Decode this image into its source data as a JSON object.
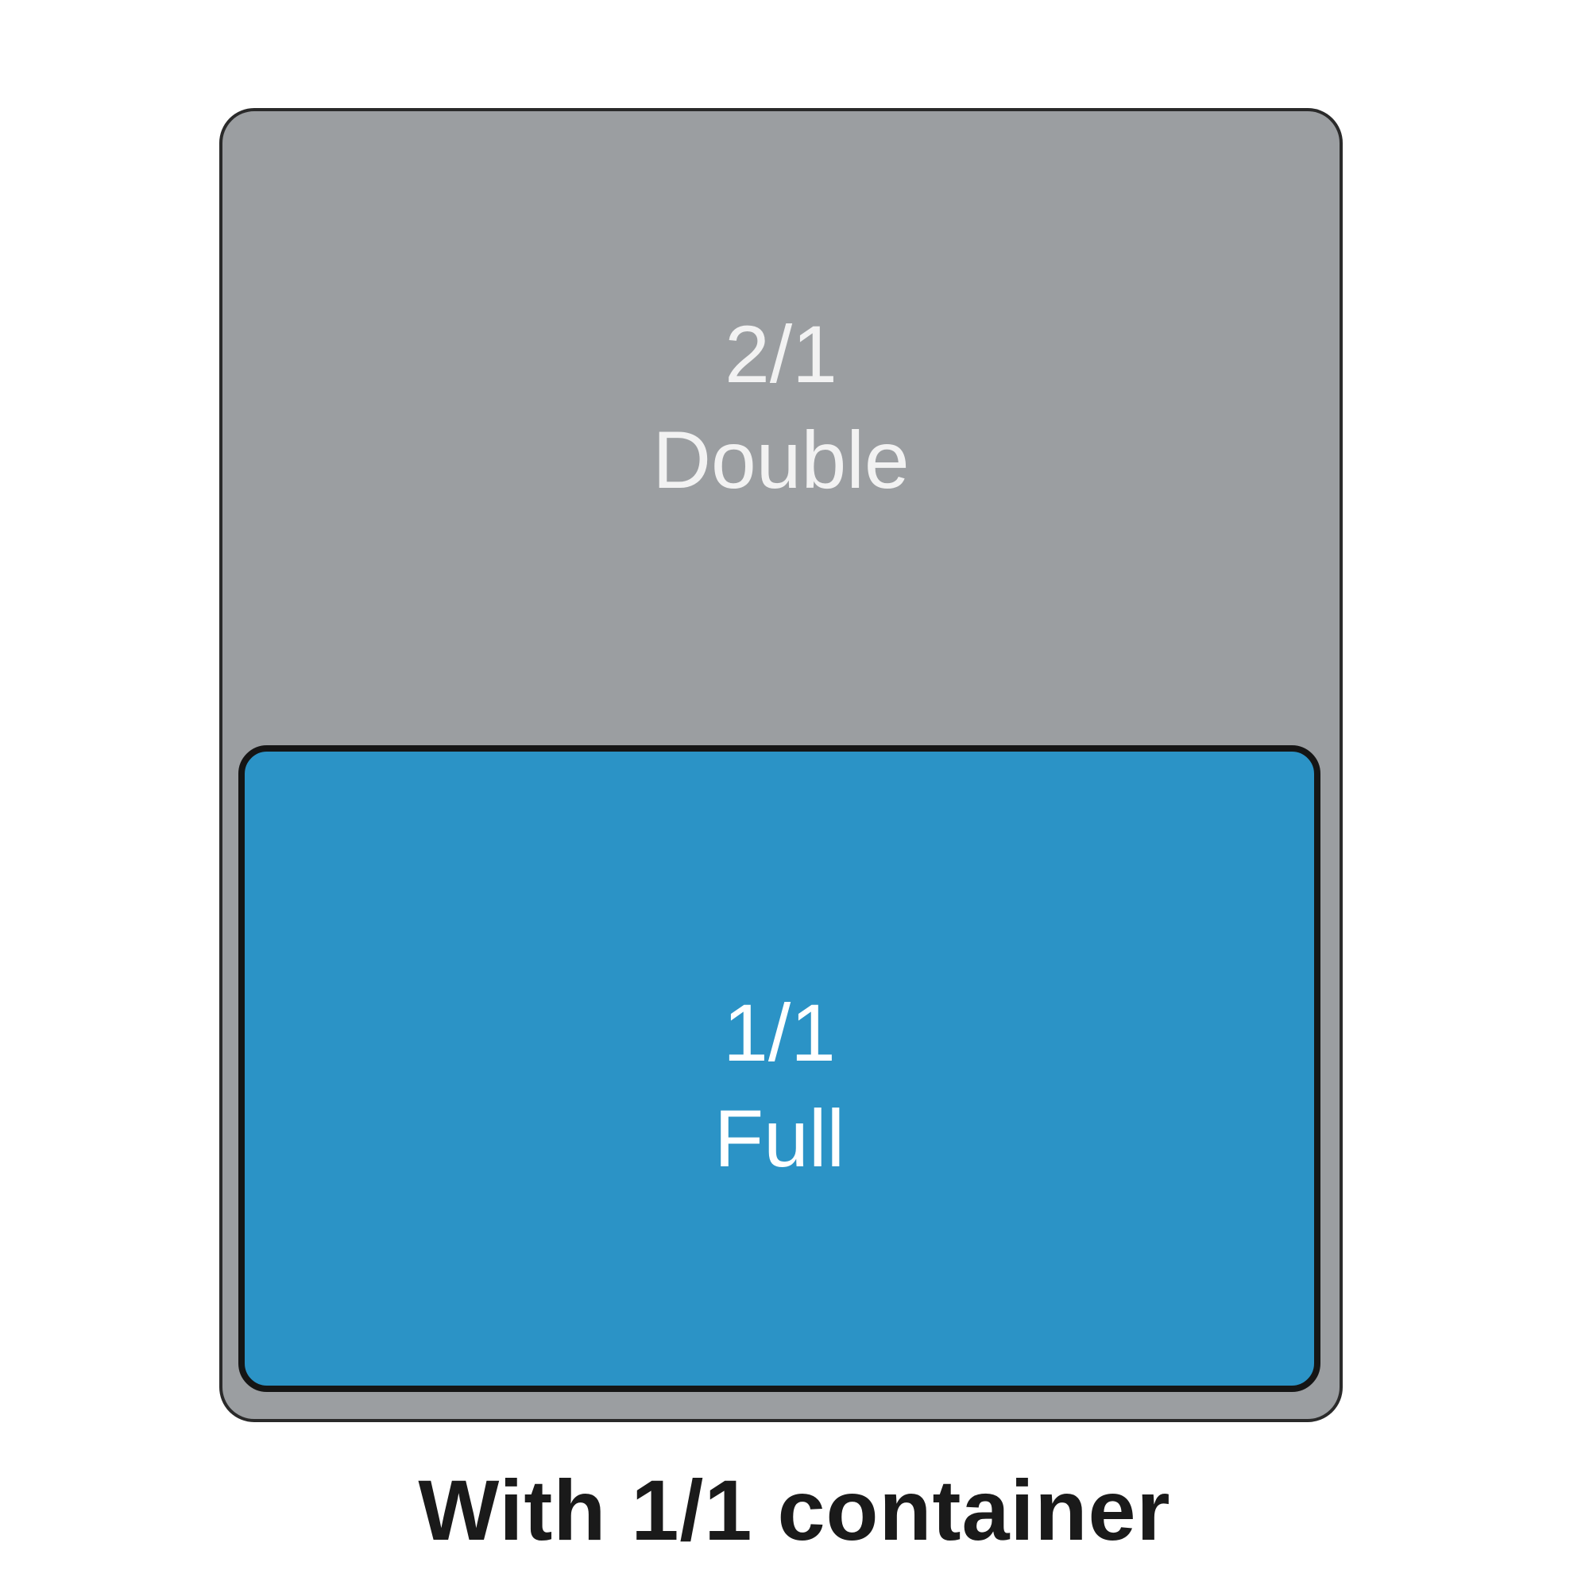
{
  "pans": {
    "double": {
      "size": "2/1",
      "name": "Double",
      "fill": "#9b9ea1",
      "text_color": "#f2f2f2"
    },
    "full": {
      "size": "1/1",
      "name": "Full",
      "fill": "#2b93c6",
      "text_color": "#ffffff"
    }
  },
  "caption": {
    "text": "With 1/1 container",
    "text_color": "#1a1a1a"
  }
}
